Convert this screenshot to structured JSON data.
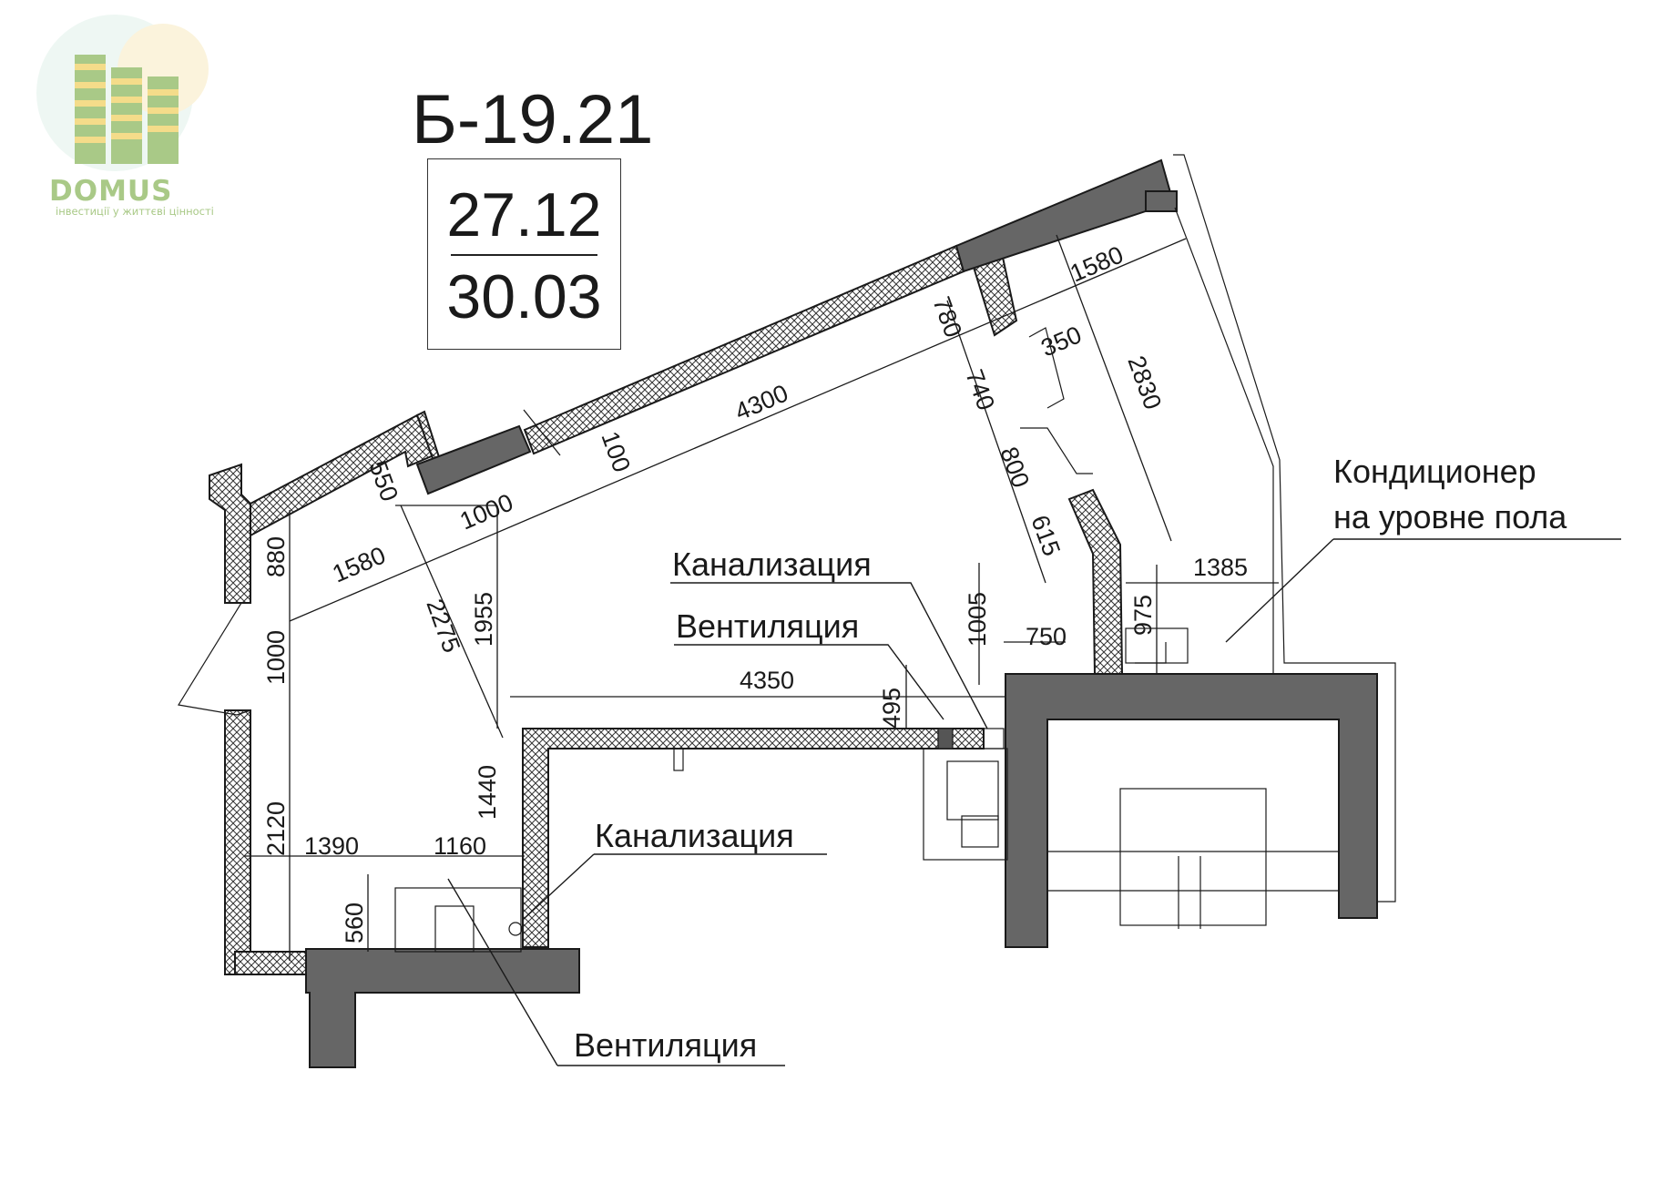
{
  "logo": {
    "name": "DOMUS",
    "tagline": "інвестиції у життєві цінності",
    "colors": {
      "green": "#a9c987",
      "teal": "#7cc3b2",
      "yellow": "#f4dc8a"
    }
  },
  "unit": {
    "code": "Б-19.21",
    "living_area": "27.12",
    "total_area": "30.03"
  },
  "labels": {
    "sewer_top": "Канализация",
    "vent_top": "Вентиляция",
    "sewer_bottom": "Канализация",
    "vent_bottom": "Вентиляция",
    "ac_line1": "Кондиционер",
    "ac_line2": "на уровне пола"
  },
  "dimensions": {
    "d4300": "4300",
    "d100": "100",
    "d550": "550",
    "d1000a": "1000",
    "d1580a": "1580",
    "d1580b": "1580",
    "d880": "880",
    "d1000b": "1000",
    "d2275": "2275",
    "d1955": "1955",
    "d780": "780",
    "d740": "740",
    "d800": "800",
    "d615": "615",
    "d350": "350",
    "d2830": "2830",
    "d1385": "1385",
    "d975": "975",
    "d1005": "1005",
    "d750": "750",
    "d4350": "4350",
    "d495": "495",
    "d1440": "1440",
    "d2120": "2120",
    "d1390": "1390",
    "d1160": "1160",
    "d560": "560"
  },
  "colors": {
    "wall": "#666666",
    "line": "#1a1a1a"
  }
}
